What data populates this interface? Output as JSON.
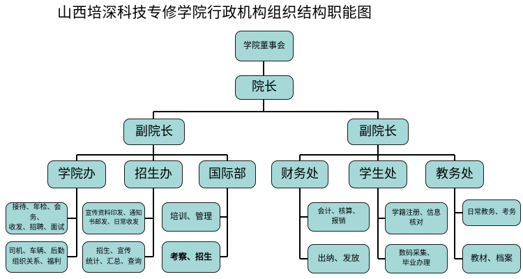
{
  "title": "山西培深科技专修学院行政机构组织结构职能图",
  "nodes": {
    "board": "学院董事会",
    "president": "院长",
    "vp_left": "副院长",
    "vp_right": "副院长",
    "d1": "学院办",
    "d2": "招生办",
    "d3": "国际部",
    "d4": "财务处",
    "d5": "学生处",
    "d6": "教务处"
  },
  "duties": {
    "d1_a": [
      "接待、年检、会务、",
      "收发、招聘、面试"
    ],
    "d1_b": [
      "司机、车辆、后勤",
      "组织关系、福利"
    ],
    "d2_a": [
      "宣传资料印发、通知",
      "书邮发、日常收发"
    ],
    "d2_b": [
      "招生、宣传",
      "统计、汇总、查询"
    ],
    "d3_a": [
      "培训、管理"
    ],
    "d3_b": [
      "考察、招生"
    ],
    "d4_a": [
      "会计、核算、",
      "报销"
    ],
    "d4_b": [
      "出纳、发放"
    ],
    "d5_a": [
      "学籍注册、信息",
      "核对"
    ],
    "d5_b": [
      "数码采集、",
      "毕业办理"
    ],
    "d6_a": [
      "日常教务、考务"
    ],
    "d6_b": [
      "教材、档案"
    ]
  },
  "colors": {
    "box_fill": "#a6d8d8",
    "border": "#1a1a1a",
    "line": "#000000"
  }
}
